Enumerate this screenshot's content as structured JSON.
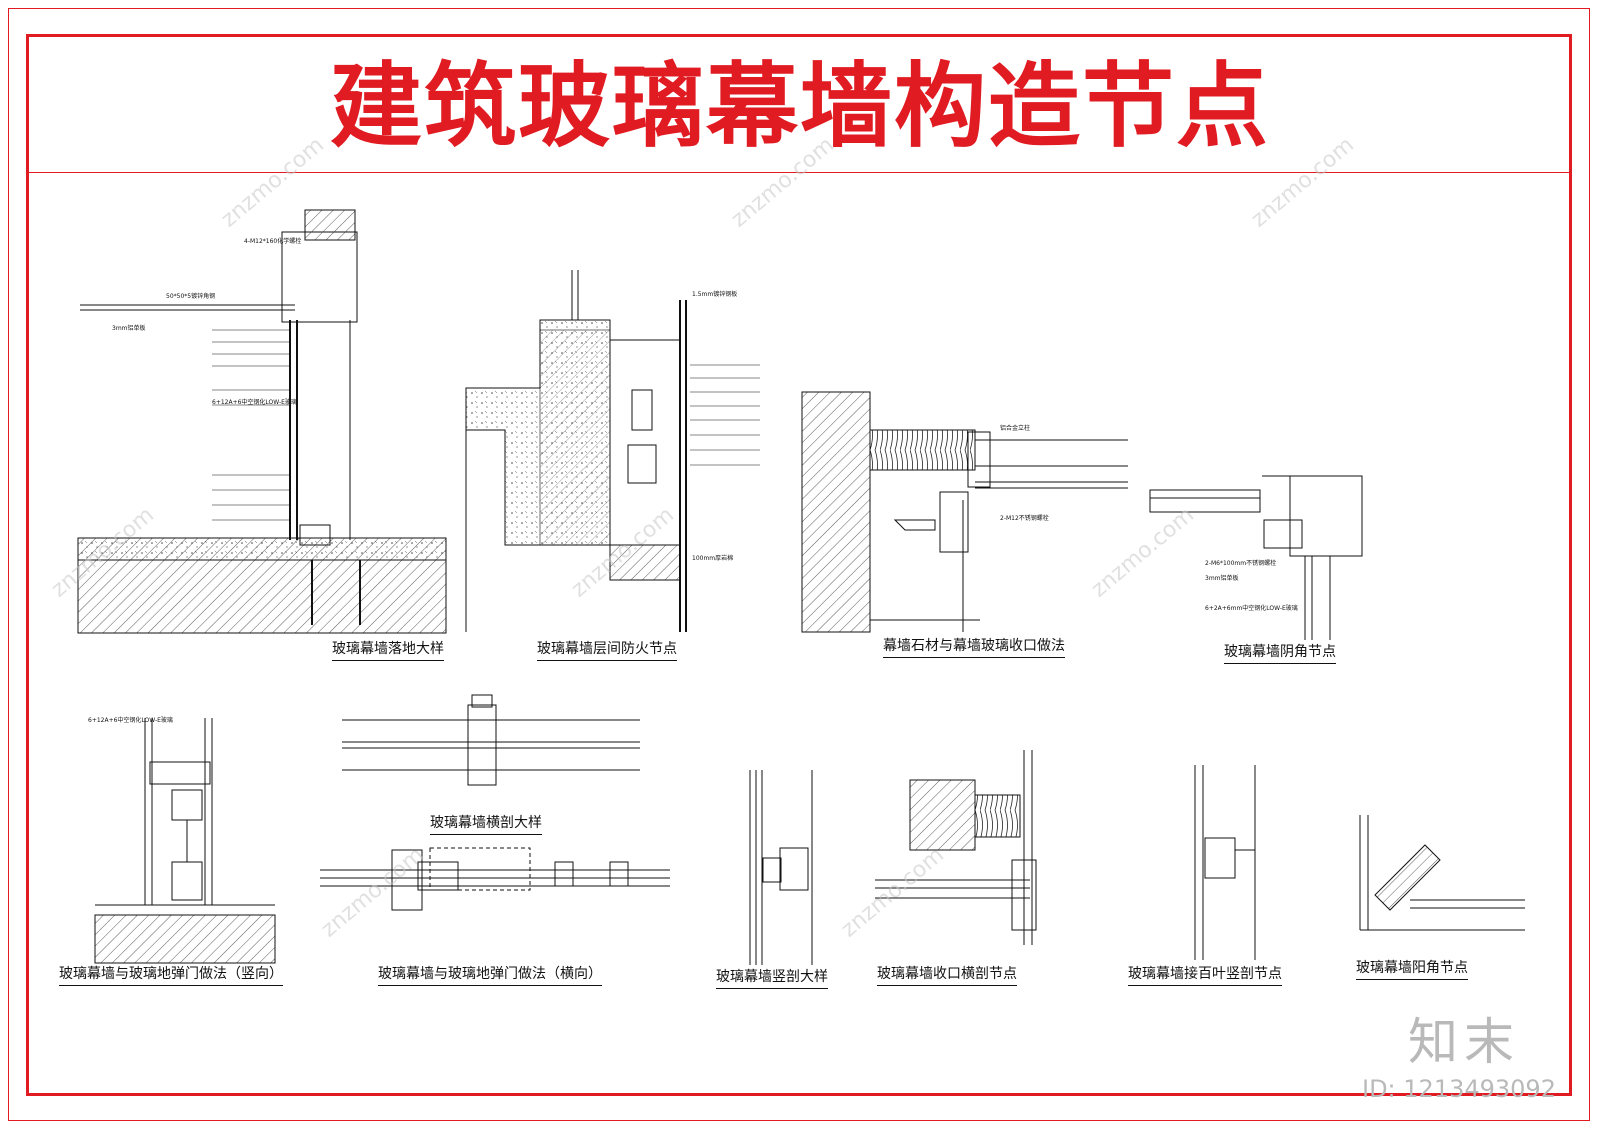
{
  "title": "建筑玻璃幕墙构造节点",
  "details": [
    {
      "caption": "玻璃幕墙落地大样"
    },
    {
      "caption": "玻璃幕墙层间防火节点"
    },
    {
      "caption": "幕墙石材与幕墙玻璃收口做法"
    },
    {
      "caption": "玻璃幕墙阴角节点"
    },
    {
      "caption": "玻璃幕墙与玻璃地弹门做法（竖向）"
    },
    {
      "caption": "玻璃幕墙横剖大样"
    },
    {
      "caption": "玻璃幕墙与玻璃地弹门做法（横向）"
    },
    {
      "caption": "玻璃幕墙竖剖大样"
    },
    {
      "caption": "玻璃幕墙收口横剖节点"
    },
    {
      "caption": "玻璃幕墙接百叶竖剖节点"
    },
    {
      "caption": "玻璃幕墙阳角节点"
    }
  ],
  "annotations": {
    "a1": "4-M12*160化学螺栓",
    "a2": "50*50*5镀锌角钢",
    "a3": "3mm铝单板",
    "a4": "6+12A+6中空钢化LOW-E玻璃",
    "a5": "1.5mm镀锌钢板",
    "a6": "100mm厚岩棉",
    "a7": "铝合金立柱",
    "a8": "2-M12不锈钢螺栓",
    "a9": "3mm铝单板",
    "a10": "6+2A+6mm中空钢化LOW-E玻璃",
    "a11": "6+12A+6中空钢化LOW-E玻璃",
    "a12": "2-M6*100mm不锈钢螺栓"
  },
  "watermark": "znzmo.com",
  "logo": "知末",
  "image_id": "ID: 1213493092",
  "colors": {
    "frame": "#e01b22",
    "line": "#111111",
    "watermark": "#c8c8c8"
  }
}
